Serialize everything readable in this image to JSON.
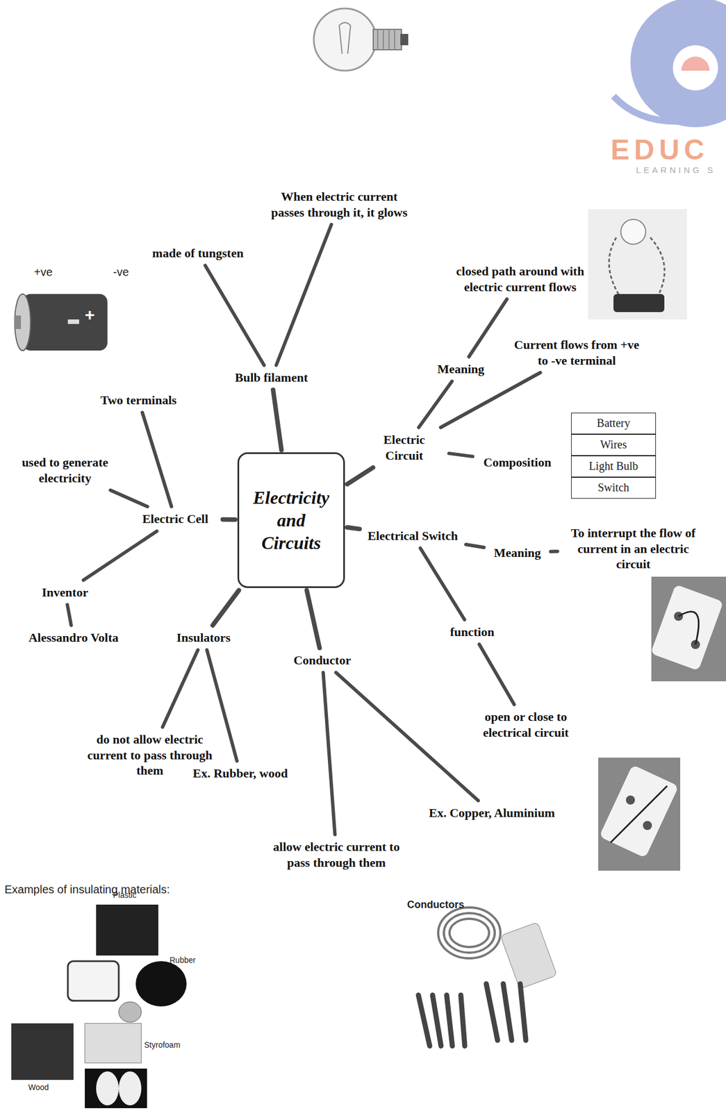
{
  "diagram": {
    "nodes": [
      {
        "text": [
          "Electricity and Circuits"
        ]
      },
      {
        "text": [
          "Bulb filament"
        ]
      },
      {
        "text": [
          "made of tungsten"
        ]
      },
      {
        "text": [
          "When electric current passes through it, it glows"
        ]
      },
      {
        "text": [
          "Electric Cell"
        ]
      },
      {
        "text": [
          "Two terminals"
        ]
      },
      {
        "text": [
          "used to generate electricity"
        ]
      },
      {
        "text": [
          "Inventor"
        ]
      },
      {
        "text": [
          "Alessandro Volta"
        ]
      },
      {
        "text": [
          "Insulators"
        ]
      },
      {
        "text": [
          "do not allow electric current to pass through them"
        ]
      },
      {
        "text": [
          "Ex. Rubber, wood"
        ]
      },
      {
        "text": [
          "Conductor"
        ]
      },
      {
        "text": [
          "allow electric current to pass through them"
        ]
      },
      {
        "text": [
          "Ex. Copper, Aluminium"
        ]
      },
      {
        "text": [
          "Electrical Switch"
        ]
      },
      {
        "text": [
          "Meaning"
        ]
      },
      {
        "text": [
          "To interrupt the flow of current in an electric circuit"
        ]
      },
      {
        "text": [
          "function"
        ]
      },
      {
        "text": [
          "open or close to electrical circuit"
        ]
      },
      {
        "text": [
          "Electric Circuit"
        ]
      },
      {
        "text": [
          "Meaning"
        ]
      },
      {
        "text": [
          "closed path around with electric current flows"
        ]
      },
      {
        "text": [
          "Current flows from +ve to -ve terminal"
        ]
      },
      {
        "text": [
          "Composition"
        ]
      }
    ],
    "edges": [
      {
        "from": 0,
        "to": 1,
        "arrow": "none"
      },
      {
        "from": 1,
        "to": 2,
        "arrow": "none"
      },
      {
        "from": 1,
        "to": 3,
        "arrow": "none"
      },
      {
        "from": 0,
        "to": 4,
        "arrow": "none"
      },
      {
        "from": 4,
        "to": 5,
        "arrow": "none"
      },
      {
        "from": 4,
        "to": 6,
        "arrow": "none"
      },
      {
        "from": 4,
        "to": 7,
        "arrow": "none"
      },
      {
        "from": 7,
        "to": 8,
        "arrow": "none"
      },
      {
        "from": 0,
        "to": 9,
        "arrow": "none"
      },
      {
        "from": 9,
        "to": 10,
        "arrow": "none"
      },
      {
        "from": 9,
        "to": 11,
        "arrow": "none"
      },
      {
        "from": 0,
        "to": 12,
        "arrow": "none"
      },
      {
        "from": 12,
        "to": 13,
        "arrow": "none"
      },
      {
        "from": 12,
        "to": 14,
        "arrow": "none"
      },
      {
        "from": 0,
        "to": 15,
        "arrow": "none"
      },
      {
        "from": 15,
        "to": 16,
        "arrow": "none"
      },
      {
        "from": 16,
        "to": 17,
        "arrow": "none"
      },
      {
        "from": 15,
        "to": 18,
        "arrow": "none"
      },
      {
        "from": 18,
        "to": 19,
        "arrow": "none"
      },
      {
        "from": 0,
        "to": 20,
        "arrow": "none"
      },
      {
        "from": 20,
        "to": 21,
        "arrow": "none"
      },
      {
        "from": 21,
        "to": 22,
        "arrow": "none"
      },
      {
        "from": 20,
        "to": 23,
        "arrow": "none"
      },
      {
        "from": 20,
        "to": 24,
        "arrow": "none"
      }
    ],
    "labels": [
      "EDUC",
      "LEARNING S",
      "+ve",
      "-ve",
      "+",
      "Battery",
      "Wires",
      "Light Bulb",
      "Switch",
      "Examples of insulating materials:",
      "Plastic",
      "Rubber",
      "Wood",
      "Styrofoam",
      "Conductors"
    ]
  }
}
